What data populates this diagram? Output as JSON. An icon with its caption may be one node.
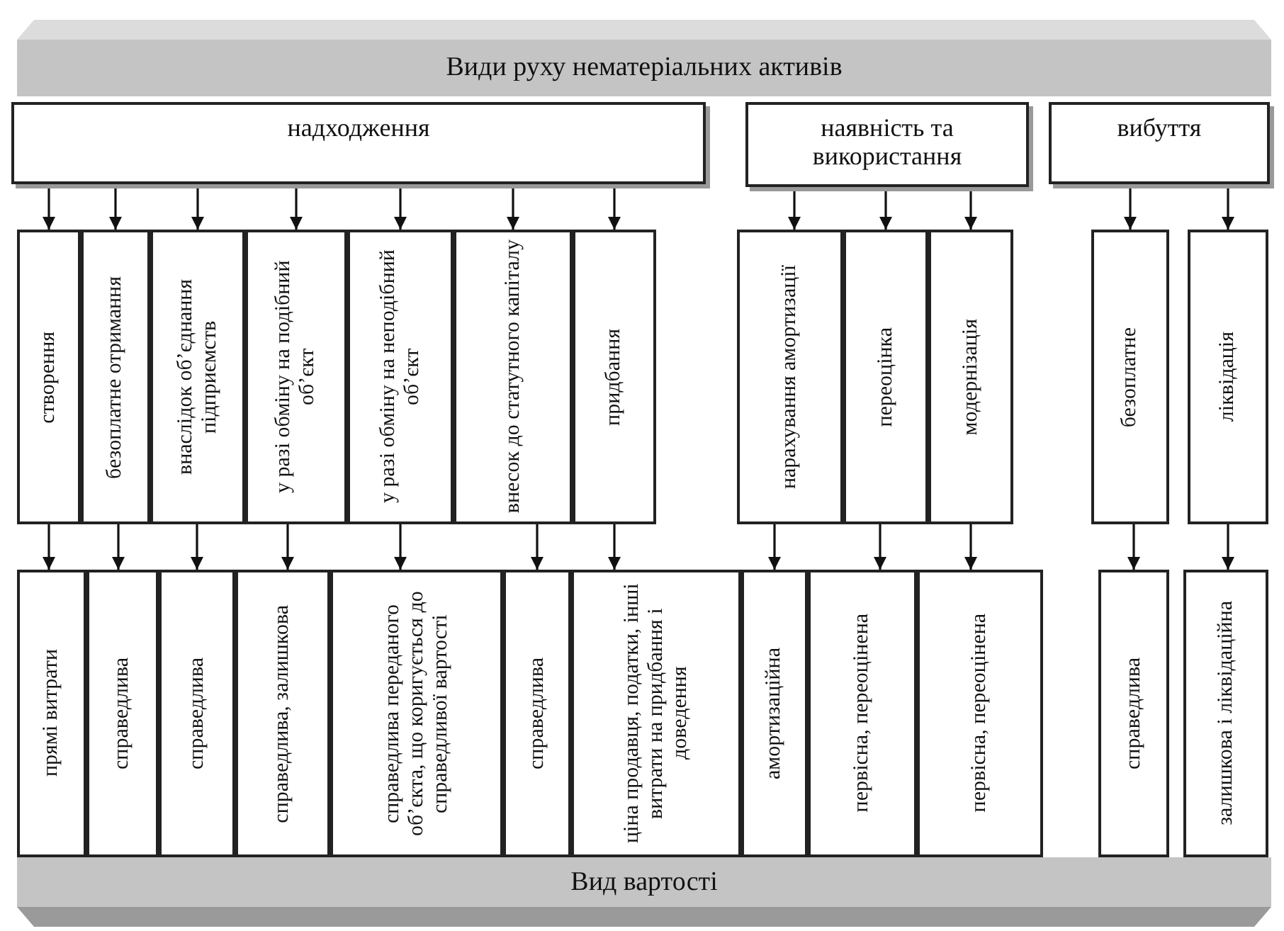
{
  "diagram": {
    "nodes": [
      {
        "text": [
          "Види руху нематеріальних активів"
        ]
      },
      {
        "text": [
          "надходження"
        ]
      },
      {
        "text": [
          "наявність та використання"
        ]
      },
      {
        "text": [
          "вибуття"
        ]
      },
      {
        "text": [
          "створення"
        ]
      },
      {
        "text": [
          "безоплатне отримання"
        ]
      },
      {
        "text": [
          "внаслідок об’єднання підприємств"
        ]
      },
      {
        "text": [
          "у разі обміну на подібний об’єкт"
        ]
      },
      {
        "text": [
          "у разі обміну на неподібний об’єкт"
        ]
      },
      {
        "text": [
          "внесок до статутного капіталу"
        ]
      },
      {
        "text": [
          "придбання"
        ]
      },
      {
        "text": [
          "нарахування амортизації"
        ]
      },
      {
        "text": [
          "переоцінка"
        ]
      },
      {
        "text": [
          "модернізація"
        ]
      },
      {
        "text": [
          "безоплатне"
        ]
      },
      {
        "text": [
          "ліквідація"
        ]
      },
      {
        "text": [
          "прямі витрати"
        ]
      },
      {
        "text": [
          "справедлива"
        ]
      },
      {
        "text": [
          "справедлива"
        ]
      },
      {
        "text": [
          "справедлива, залишкова"
        ]
      },
      {
        "text": [
          "справедлива переданого об’єкта, що коригується до справедливої вартості"
        ]
      },
      {
        "text": [
          "справедлива"
        ]
      },
      {
        "text": [
          "ціна продавця, податки, інші витрати на придбання і доведення"
        ]
      },
      {
        "text": [
          "амортизаційна"
        ]
      },
      {
        "text": [
          "первісна, переоцінена"
        ]
      },
      {
        "text": [
          "первісна, переоцінена"
        ]
      },
      {
        "text": [
          "справедлива"
        ]
      },
      {
        "text": [
          "залишкова і ліквідаційна"
        ]
      },
      {
        "text": [
          "Вид вартості"
        ]
      }
    ],
    "edges": [
      {
        "from": 1,
        "to": 4,
        "arrow": "to"
      },
      {
        "from": 1,
        "to": 5,
        "arrow": "to"
      },
      {
        "from": 1,
        "to": 6,
        "arrow": "to"
      },
      {
        "from": 1,
        "to": 7,
        "arrow": "to"
      },
      {
        "from": 1,
        "to": 8,
        "arrow": "to"
      },
      {
        "from": 1,
        "to": 9,
        "arrow": "to"
      },
      {
        "from": 1,
        "to": 10,
        "arrow": "to"
      },
      {
        "from": 2,
        "to": 11,
        "arrow": "to"
      },
      {
        "from": 2,
        "to": 12,
        "arrow": "to"
      },
      {
        "from": 2,
        "to": 13,
        "arrow": "to"
      },
      {
        "from": 3,
        "to": 14,
        "arrow": "to"
      },
      {
        "from": 3,
        "to": 15,
        "arrow": "to"
      },
      {
        "from": 4,
        "to": 16,
        "arrow": "to"
      },
      {
        "from": 5,
        "to": 17,
        "arrow": "to"
      },
      {
        "from": 6,
        "to": 18,
        "arrow": "to"
      },
      {
        "from": 7,
        "to": 19,
        "arrow": "to"
      },
      {
        "from": 8,
        "to": 20,
        "arrow": "to"
      },
      {
        "from": 9,
        "to": 21,
        "arrow": "to"
      },
      {
        "from": 10,
        "to": 22,
        "arrow": "to"
      },
      {
        "from": 11,
        "to": 23,
        "arrow": "to"
      },
      {
        "from": 12,
        "to": 24,
        "arrow": "to"
      },
      {
        "from": 13,
        "to": 25,
        "arrow": "to"
      },
      {
        "from": 14,
        "to": 26,
        "arrow": "to"
      },
      {
        "from": 15,
        "to": 27,
        "arrow": "to"
      }
    ]
  }
}
